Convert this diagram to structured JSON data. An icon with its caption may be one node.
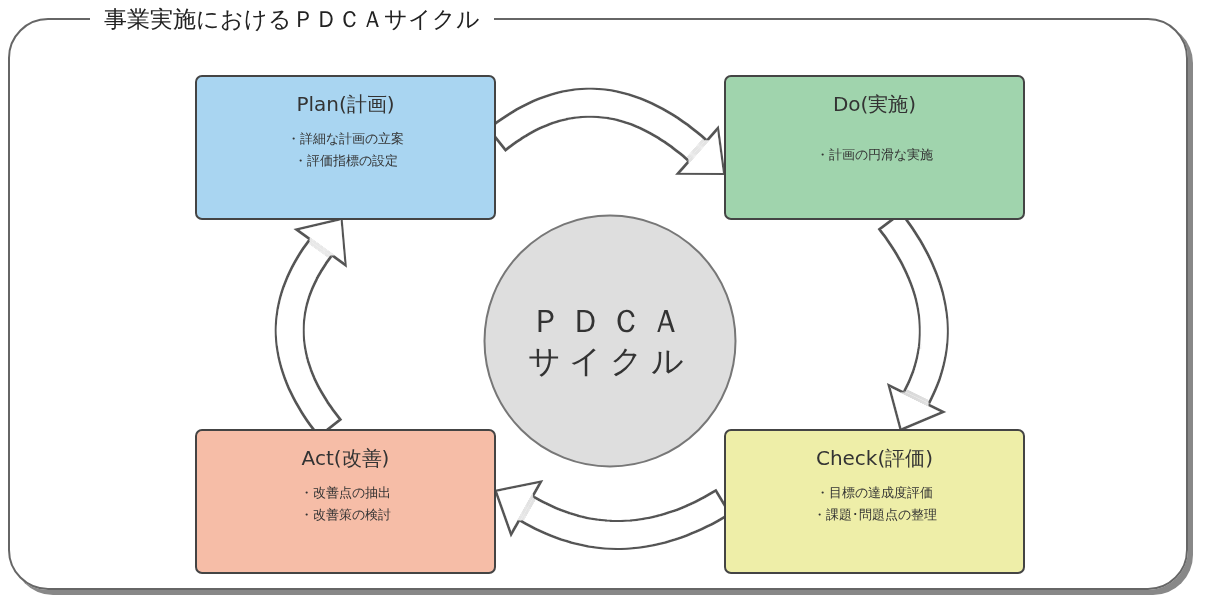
{
  "diagram": {
    "nodes": [
      {
        "text": [
          "事業実施におけるＰＤＣＡサイクル"
        ]
      },
      {
        "text": [
          "Plan(計画)",
          "・詳細な計画の立案",
          "・評価指標の設定"
        ],
        "in": 0
      },
      {
        "text": [
          "Do(実施)",
          "・計画の円滑な実施"
        ],
        "in": 0
      },
      {
        "text": [
          "Act(改善)",
          "・改善点の抽出",
          "・改善策の検討"
        ],
        "in": 0
      },
      {
        "text": [
          "Check(評価)",
          "・目標の達成度評価",
          "・課題･問題点の整理"
        ],
        "in": 0
      },
      {
        "text": [
          "ＰＤＣＡ",
          "サイクル"
        ],
        "in": 0
      }
    ],
    "edges": [
      {
        "from": 1,
        "to": 2,
        "arrow": "to"
      },
      {
        "from": 2,
        "to": 4,
        "arrow": "to"
      },
      {
        "from": 4,
        "to": 3,
        "arrow": "to"
      },
      {
        "from": 3,
        "to": 1,
        "arrow": "to"
      }
    ]
  }
}
